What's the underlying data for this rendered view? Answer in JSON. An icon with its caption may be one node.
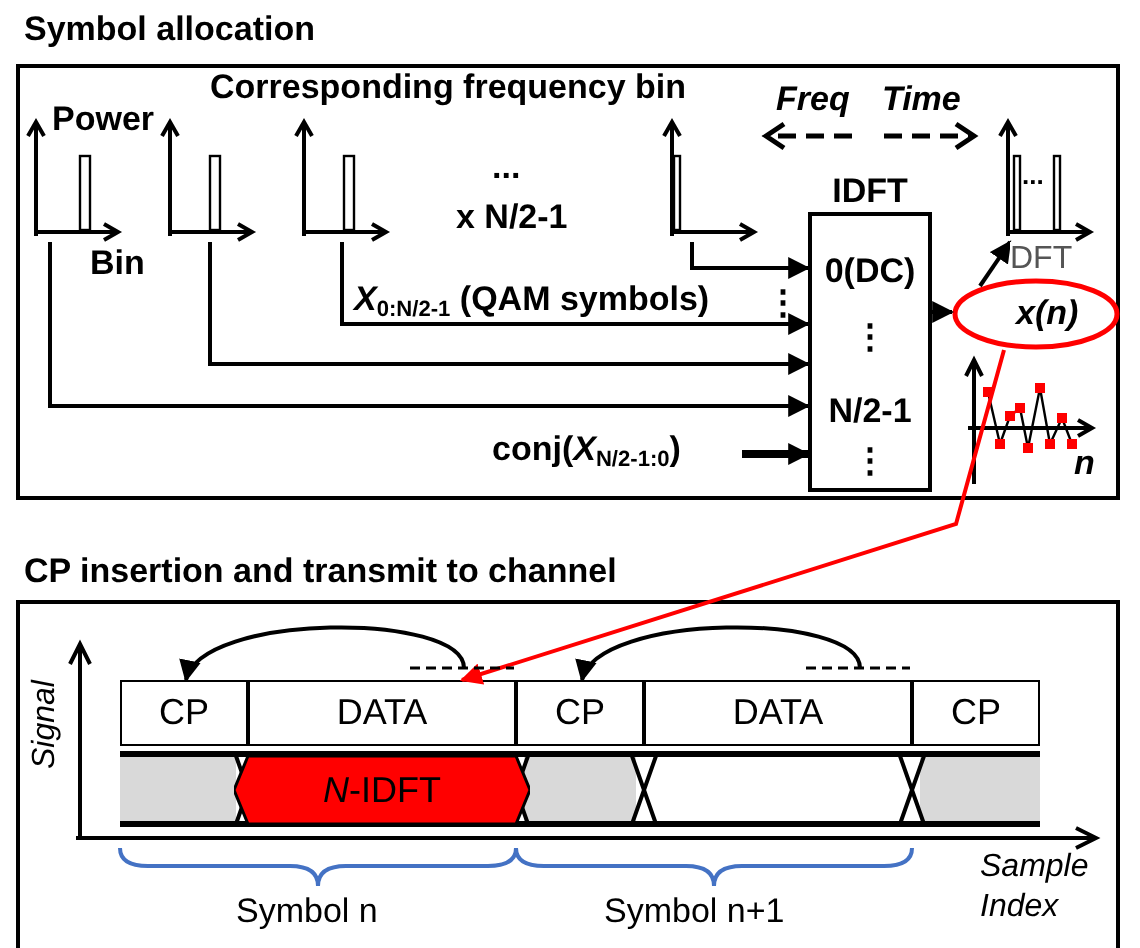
{
  "diagram": {
    "nodes": [
      {
        "text": [
          "Symbol allocation"
        ]
      },
      {
        "text": [],
        "shape": "chart",
        "in": 0
      },
      {
        "text": [],
        "shape": "chart",
        "in": 0
      },
      {
        "text": [],
        "shape": "chart",
        "in": 0
      },
      {
        "text": [],
        "shape": "chart",
        "in": 0
      },
      {
        "text": [
          "IDFT",
          "0(DC)",
          "⋮",
          "N/2-1",
          "⋮"
        ],
        "in": 0
      },
      {
        "text": [
          "x(n)"
        ],
        "in": 0
      },
      {
        "text": [],
        "shape": "chart",
        "in": 0
      },
      {
        "text": [
          "conj(*X*$_{N/2-1:0}$)"
        ],
        "in": 0
      },
      {
        "text": [
          "CP insertion and transmit to channel"
        ]
      },
      {
        "text": [
          "CP"
        ],
        "in": 9
      },
      {
        "text": [
          "DATA"
        ],
        "in": 9
      },
      {
        "text": [
          "CP"
        ],
        "in": 9
      },
      {
        "text": [
          "DATA"
        ],
        "in": 9
      },
      {
        "text": [
          "CP"
        ],
        "in": 9
      },
      {
        "text": [
          "*N*-IDFT"
        ],
        "in": 9
      }
    ],
    "edges": [
      {
        "from": 4,
        "to": 5,
        "arrow": "to"
      },
      {
        "from": 3,
        "to": 5,
        "arrow": "to",
        "label": "*X*$_{0:N/2-1}$ (QAM symbols)"
      },
      {
        "from": 2,
        "to": 5,
        "arrow": "to"
      },
      {
        "from": 1,
        "to": 5,
        "arrow": "to"
      },
      {
        "from": 8,
        "to": 5,
        "arrow": "to",
        "style": "thick"
      },
      {
        "from": 5,
        "to": 6,
        "arrow": "to"
      },
      {
        "from": 6,
        "to": 7,
        "arrow": "to",
        "label": "DFT"
      },
      {
        "from": 6,
        "to": 11,
        "arrow": "to",
        "color": "#ff0000"
      },
      {
        "from": 11,
        "to": 10,
        "arrow": "to"
      },
      {
        "from": 13,
        "to": 12,
        "arrow": "to"
      }
    ],
    "labels": [
      "Corresponding frequency bin",
      "Freq",
      "Time",
      "Power",
      "...",
      "...",
      "x N/2-1",
      "Bin",
      "⋮",
      "n",
      "Signal",
      "Sample Index",
      "Symbol n",
      "Symbol n+1"
    ]
  }
}
